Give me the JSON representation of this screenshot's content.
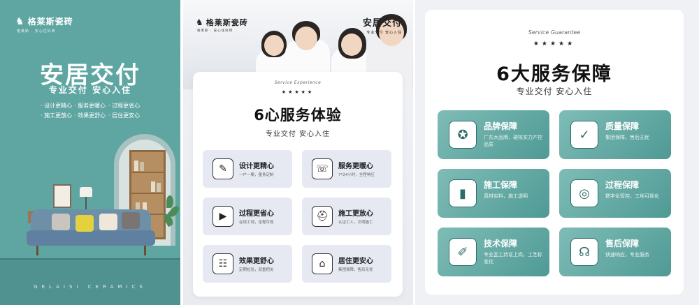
{
  "panel1": {
    "brand": "格莱斯瓷砖",
    "brand_sub": "格莱斯 · 安心住好砖",
    "title": "安居交付",
    "subtitle": "专业交付  安心入住",
    "features": [
      "· 设计更精心",
      "· 服务更暖心",
      "· 过程更省心",
      "· 施工更放心",
      "· 效果更舒心",
      "· 居住更安心"
    ],
    "footer": "GELAISI CERAMICS",
    "colors": {
      "bg": "#5fa6a3",
      "floor": "#4f928f"
    }
  },
  "panel2": {
    "brand": "格莱斯瓷砖",
    "brand_sub": "格莱斯 · 安心住好砖",
    "tag_title": "安居交付",
    "tag_sub": "专业交付 安心入住",
    "arc_text": "Service Experience",
    "stars": "★★★★★",
    "title": "6心服务体验",
    "subtitle": "专业交付  安心入住",
    "items": [
      {
        "icon": "ruler-pencil-icon",
        "glyph": "✎",
        "name": "设计更精心",
        "desc": "一户一案，量身定制"
      },
      {
        "icon": "headset-icon",
        "glyph": "☏",
        "name": "服务更暖心",
        "desc": "7*24小时，全程响应"
      },
      {
        "icon": "video-icon",
        "glyph": "▶",
        "name": "过程更省心",
        "desc": "在线工地，全程可视"
      },
      {
        "icon": "helmet-icon",
        "glyph": "⛑",
        "name": "施工更放心",
        "desc": "认证工人，文明施工"
      },
      {
        "icon": "document-search-icon",
        "glyph": "☷",
        "name": "效果更舒心",
        "desc": "定期检验，双重把关"
      },
      {
        "icon": "house-check-icon",
        "glyph": "⌂",
        "name": "居住更安心",
        "desc": "集团保障，售后无忧"
      }
    ]
  },
  "panel3": {
    "arc_text": "Service Guarantee",
    "stars": "★★★★★",
    "title": "6大服务保障",
    "subtitle": "专业交付  安心入住",
    "items": [
      {
        "icon": "medal-icon",
        "glyph": "✪",
        "name": "品牌保障",
        "desc": "广东大品牌，硬核实力产控品质"
      },
      {
        "icon": "shield-check-icon",
        "glyph": "✓",
        "name": "质量保障",
        "desc": "集团保障，售后无忧"
      },
      {
        "icon": "paint-roller-icon",
        "glyph": "▮",
        "name": "施工保障",
        "desc": "真材实料，施工透明"
      },
      {
        "icon": "target-icon",
        "glyph": "◎",
        "name": "过程保障",
        "desc": "数字化管控，工地可视化"
      },
      {
        "icon": "tools-icon",
        "glyph": "✐",
        "name": "技术保障",
        "desc": "专业瓦工持证上岗，工艺标准化"
      },
      {
        "icon": "headset-icon",
        "glyph": "☊",
        "name": "售后保障",
        "desc": "快速响应，专业服务"
      }
    ],
    "colors": {
      "item_from": "#7fbcb6",
      "item_to": "#4f9a95"
    }
  }
}
